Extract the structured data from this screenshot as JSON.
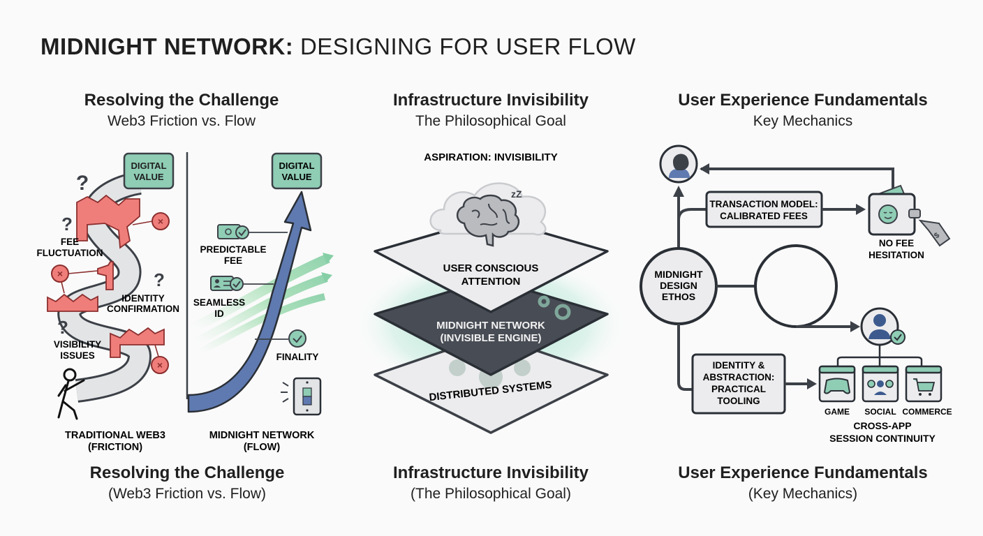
{
  "title": {
    "bold": "MIDNIGHT NETWORK:",
    "light": " DESIGNING FOR USER FLOW"
  },
  "colors": {
    "friction_red": "#ef7e7a",
    "friction_red_dark": "#8b2e2e",
    "teal": "#8fcdb5",
    "flow_blue": "#5f7ab0",
    "dark_slate": "#3c4047",
    "panel_light": "#ececee",
    "glow": "#9fe0c8"
  },
  "columns": [
    {
      "heading": "Resolving the Challenge",
      "subheading": "Web3 Friction vs. Flow",
      "footer_heading": "Resolving the Challenge",
      "footer_sub": "(Web3 Friction vs. Flow)"
    },
    {
      "heading": "Infrastructure Invisibility",
      "subheading": "The Philosophical Goal",
      "footer_heading": "Infrastructure Invisibility",
      "footer_sub": "(The Philosophical Goal)"
    },
    {
      "heading": "User Experience Fundamentals",
      "subheading": "Key Mechanics",
      "footer_heading": "User Experience Fundamentals",
      "footer_sub": "(Key Mechanics)"
    }
  ],
  "friction": {
    "goal": [
      "DIGITAL",
      "VALUE"
    ],
    "issues": [
      {
        "label": [
          "FEE",
          "FLUCTUATION"
        ]
      },
      {
        "label": [
          "IDENTITY",
          "CONFIRMATION"
        ]
      },
      {
        "label": [
          "VISIBILITY",
          "ISSUES"
        ]
      }
    ],
    "question_mark": "?",
    "caption": [
      "TRADITIONAL WEB3",
      "(FRICTION)"
    ]
  },
  "flow": {
    "goal": [
      "DIGITAL",
      "VALUE"
    ],
    "features": [
      {
        "label": [
          "PREDICTABLE",
          "FEE"
        ],
        "icon": "money-check-icon"
      },
      {
        "label": [
          "SEAMLESS",
          "ID"
        ],
        "icon": "id-card-check-icon"
      },
      {
        "label": [
          "FINALITY"
        ],
        "icon": "check-circle-icon"
      }
    ],
    "caption": [
      "MIDNIGHT NETWORK",
      "(FLOW)"
    ]
  },
  "invisibility": {
    "aspiration": "ASPIRATION: INVISIBILITY",
    "sleep_z": "zZ",
    "layers": [
      {
        "label": [
          "USER CONSCIOUS",
          "ATTENTION"
        ]
      },
      {
        "label": [
          "MIDNIGHT NETWORK",
          "(INVISIBLE ENGINE)"
        ]
      },
      {
        "label": [
          "DISTRIBUTED SYSTEMS"
        ]
      }
    ]
  },
  "ux": {
    "center": [
      "MIDNIGHT",
      "DESIGN",
      "ETHOS"
    ],
    "transaction_box": [
      "TRANSACTION MODEL:",
      "CALIBRATED FEES"
    ],
    "no_fee": [
      "NO FEE",
      "HESITATION"
    ],
    "identity_box": [
      "IDENTITY &",
      "ABSTRACTION:",
      "PRACTICAL",
      "TOOLING"
    ],
    "apps": [
      {
        "label": "GAME",
        "icon": "gamepad-icon"
      },
      {
        "label": "SOCIAL",
        "icon": "people-icon"
      },
      {
        "label": "COMMERCE",
        "icon": "cart-icon"
      }
    ],
    "continuity": [
      "CROSS-APP",
      "SESSION CONTINUITY"
    ],
    "tag_symbol": "$"
  }
}
